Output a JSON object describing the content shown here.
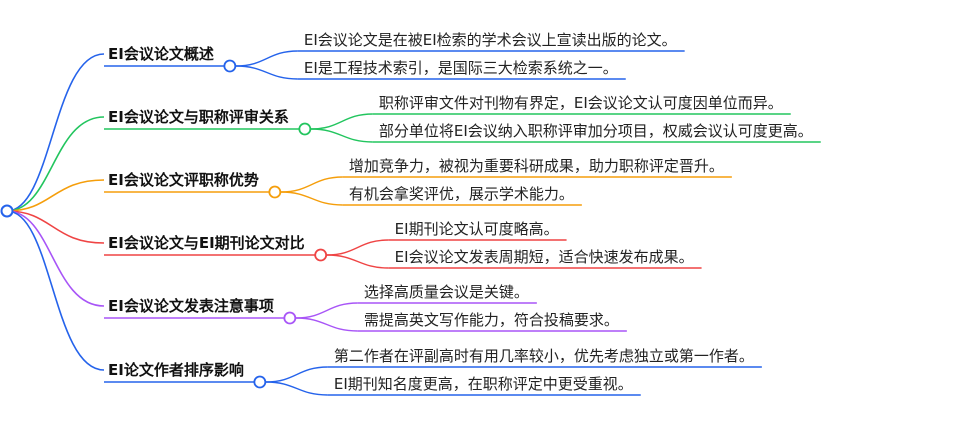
{
  "branches": [
    {
      "label": "EI会议论文概述",
      "color": "#2563eb",
      "children": [
        "EI会议论文是在被EI检索的学术会议上宣读出版的论文。",
        "EI是工程技术索引，是国际三大检索系统之一。"
      ]
    },
    {
      "label": "EI会议论文与职称评审关系",
      "color": "#22c55e",
      "children": [
        "职称评审文件对刊物有界定，EI会议论文认可度因单位而异。",
        "部分单位将EI会议纳入职称评审加分项目，权威会议认可度更高。"
      ]
    },
    {
      "label": "EI会议论文评职称优势",
      "color": "#f59e0b",
      "children": [
        "增加竞争力，被视为重要科研成果，助力职称评定晋升。",
        "有机会拿奖评优，展示学术能力。"
      ]
    },
    {
      "label": "EI会议论文与EI期刊论文对比",
      "color": "#ef4444",
      "children": [
        "EI期刊论文认可度略高。",
        "EI会议论文发表周期短，适合快速发布成果。"
      ]
    },
    {
      "label": "EI会议论文发表注意事项",
      "color": "#a855f7",
      "children": [
        "选择高质量会议是关键。",
        "需提高英文写作能力，符合投稿要求。"
      ]
    },
    {
      "label": "EI论文作者排序影响",
      "color": "#2563eb",
      "children": [
        "第二作者在评副高时有用几率较小，优先考虑独立或第一作者。",
        "EI期刊知名度更高，在职称评定中更受重视。"
      ]
    }
  ]
}
